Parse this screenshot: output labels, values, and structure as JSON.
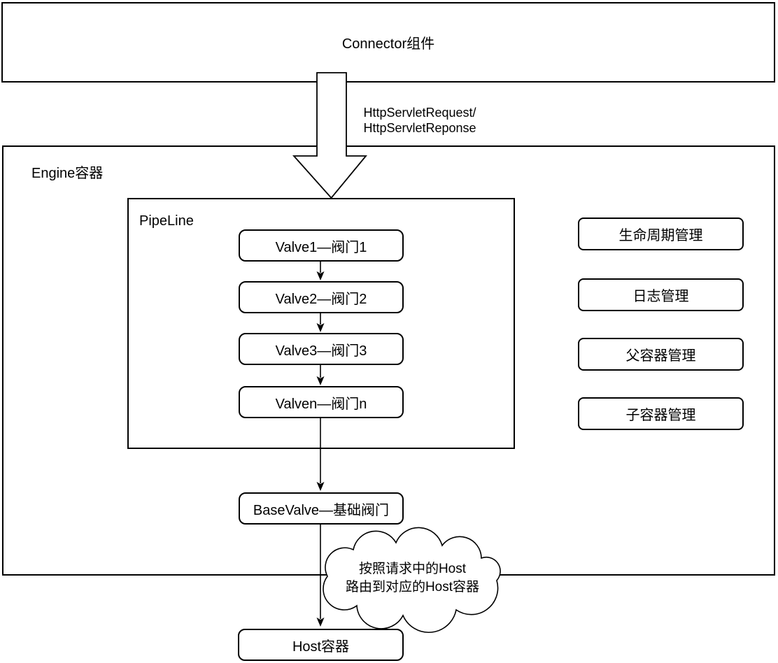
{
  "diagram": {
    "connector_label": "Connector组件",
    "flow_label_line1": "HttpServletRequest/",
    "flow_label_line2": "HttpServletReponse",
    "engine_label": "Engine容器",
    "pipeline_label": "PipeLine",
    "valves": [
      "Valve1—阀门1",
      "Valve2—阀门2",
      "Valve3—阀门3",
      "Valven—阀门n"
    ],
    "management_boxes": [
      "生命周期管理",
      "日志管理",
      "父容器管理",
      "子容器管理"
    ],
    "base_valve_label": "BaseValve—基础阀门",
    "cloud_line1": "按照请求中的Host",
    "cloud_line2": "路由到对应的Host容器",
    "host_label": "Host容器",
    "colors": {
      "stroke": "#000000",
      "background": "#ffffff"
    }
  }
}
